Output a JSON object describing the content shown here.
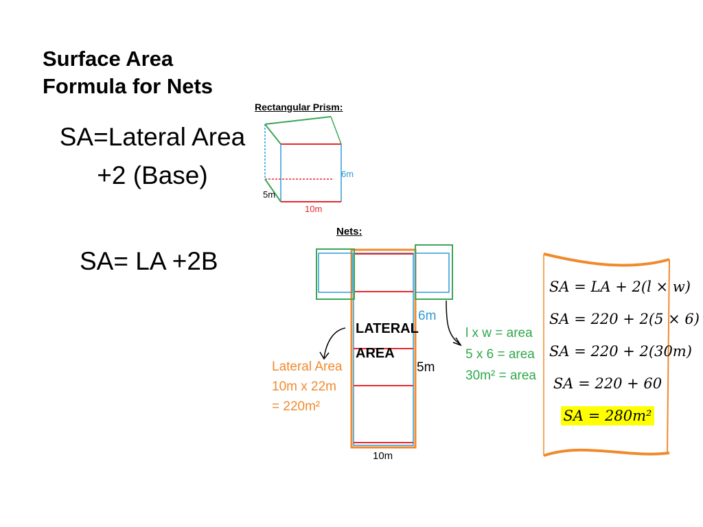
{
  "title": {
    "line1": "Surface Area",
    "line2": "Formula for Nets"
  },
  "formula": {
    "line1": "SA=Lateral Area",
    "line2": "+2 (Base)",
    "short": "SA= LA +2B"
  },
  "prism": {
    "label": "Rectangular Prism:",
    "height": "6m",
    "width": "5m",
    "length": "10m"
  },
  "net": {
    "label": "Nets:",
    "lateral_line1": "LATERAL",
    "lateral_line2": "AREA",
    "dim_height": "6m",
    "dim_width": "5m",
    "dim_length": "10m"
  },
  "lateral_calc": [
    "Lateral Area",
    "10m x 22m",
    "= 220m²"
  ],
  "base_calc": [
    "l x w = area",
    "5 x 6 = area",
    "30m² = area"
  ],
  "steps": [
    "SA = LA + 2(l × w)",
    "SA = 220 + 2(5 × 6)",
    "SA = 220 + 2(30m)",
    "SA = 220 + 60",
    "SA = 280m²"
  ],
  "colors": {
    "red": "#e8262a",
    "green": "#3aa655",
    "blue": "#2e9bd6",
    "orange": "#f08a2c",
    "highlight": "#ffff00"
  }
}
